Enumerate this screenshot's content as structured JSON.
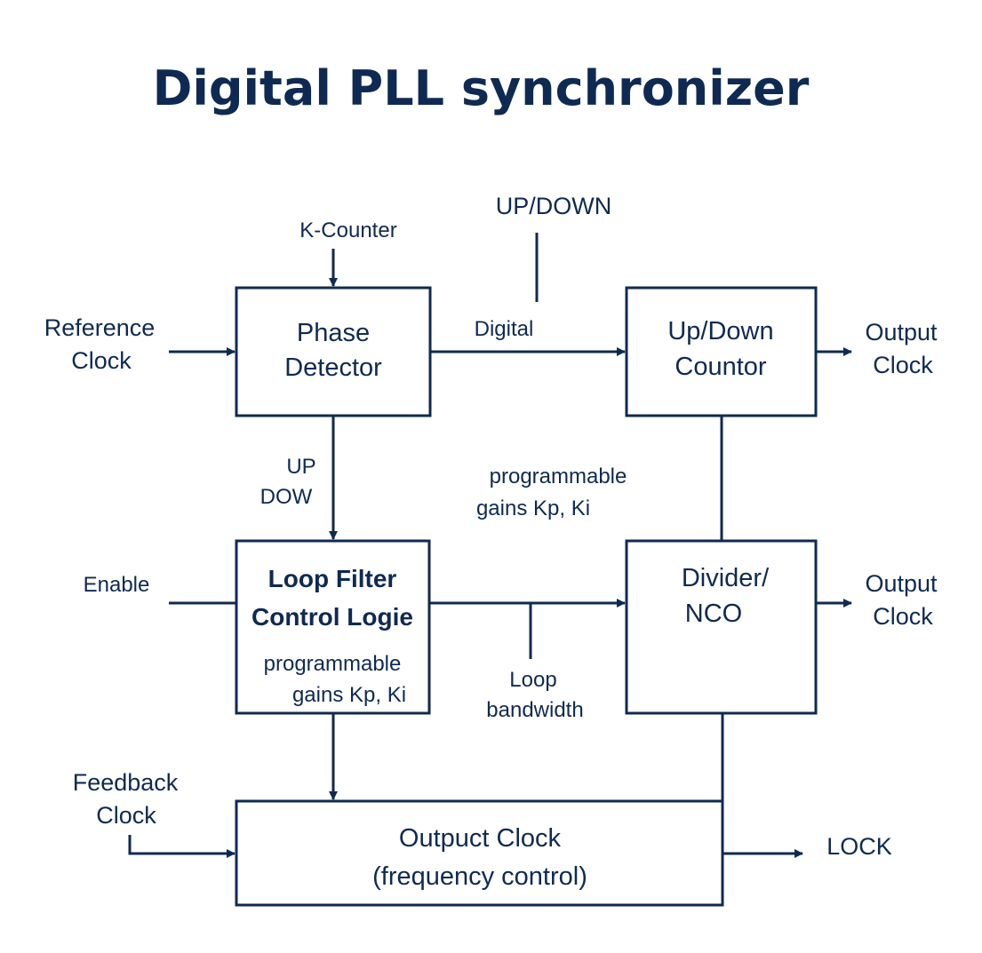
{
  "title": "Digital PLL synchronizer",
  "colors": {
    "ink": "#0f2a52",
    "background": "#ffffff"
  },
  "blocks": {
    "phase_detector": {
      "line1": "Phase",
      "line2": "Detector"
    },
    "up_down_counter": {
      "line1": "Up/Down",
      "line2": "Countor"
    },
    "loop_filter": {
      "line1": "Loop Filter",
      "line2": "Control Logie",
      "line3": "programmable",
      "line4": "gains Kp, Ki"
    },
    "divider_nco": {
      "line1": "Divider/",
      "line2": "NCO"
    },
    "output_clock": {
      "line1": "Outpuct Clock",
      "line2": "(frequency control)"
    }
  },
  "labels": {
    "k_counter": "K-Counter",
    "up_down_top": "UP/DOWN",
    "digital": "Digital",
    "reference_clock_1": "Reference",
    "reference_clock_2": "Clock",
    "output_clock_top_1": "Output",
    "output_clock_top_2": "Clock",
    "up": "UP",
    "dow": "DOW",
    "programmable_gains_1": "programmable",
    "programmable_gains_2": "gains Kp, Ki",
    "enable": "Enable",
    "output_clock_mid_1": "Output",
    "output_clock_mid_2": "Clock",
    "loop_bandwidth_1": "Loop",
    "loop_bandwidth_2": "bandwidth",
    "feedback_clock_1": "Feedback",
    "feedback_clock_2": "Clock",
    "lock": "LOCK"
  }
}
